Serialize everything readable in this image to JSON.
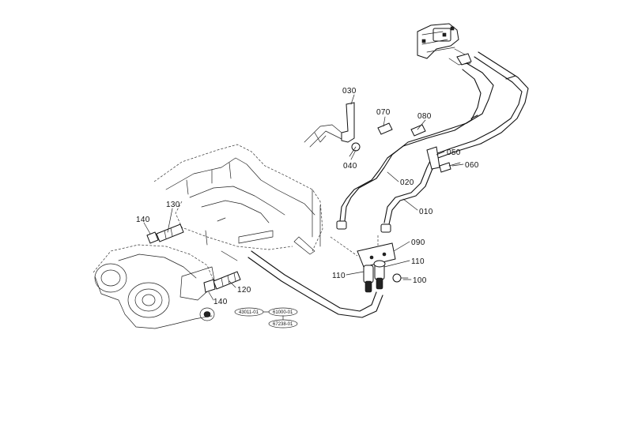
{
  "parts": {
    "p010": "010",
    "p020": "020",
    "p030": "030",
    "p040": "040",
    "p050": "050",
    "p060": "060",
    "p070": "070",
    "p080": "080",
    "p090": "090",
    "p100": "100",
    "p110a": "110",
    "p110b": "110",
    "p120": "120",
    "p130": "130",
    "p140a": "140",
    "p140b": "140"
  },
  "refs": {
    "ref1": "43011-01",
    "ref2": "61000-01",
    "ref3": "67238-01"
  },
  "colors": {
    "line": "#111111",
    "background": "#ffffff"
  }
}
